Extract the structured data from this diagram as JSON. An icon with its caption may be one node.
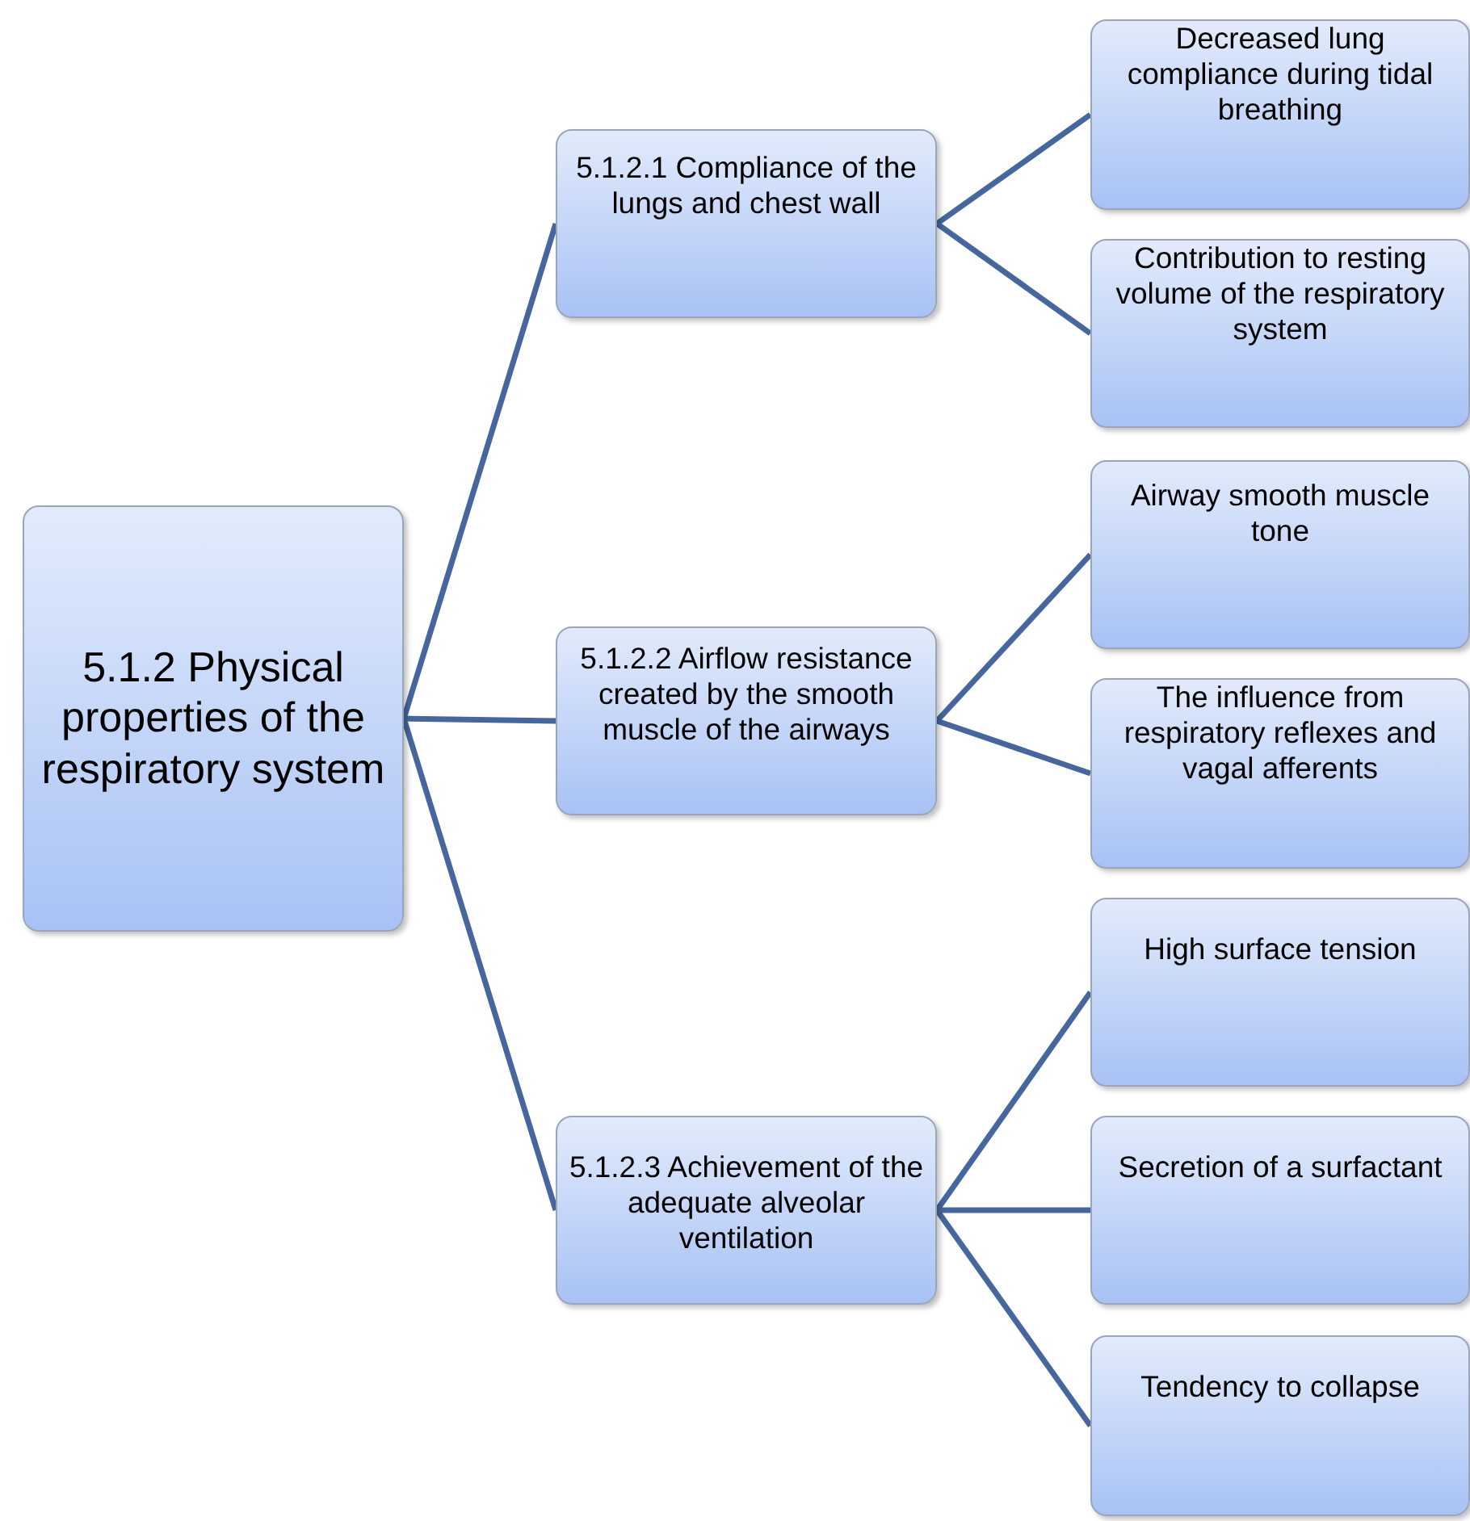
{
  "diagram": {
    "nodes": [
      {
        "text": [
          "5.1.2 Physical properties of the respiratory system"
        ]
      },
      {
        "text": [
          "5.1.2.1 Compliance of the lungs and chest wall"
        ]
      },
      {
        "text": [
          "5.1.2.2 Airflow resistance created by the smooth muscle of the airways"
        ]
      },
      {
        "text": [
          "5.1.2.3 Achievement of the adequate alveolar ventilation"
        ]
      },
      {
        "text": [
          "Decreased lung compliance during tidal breathing"
        ]
      },
      {
        "text": [
          "Contribution to resting volume of the respiratory system"
        ]
      },
      {
        "text": [
          "Airway smooth muscle tone"
        ]
      },
      {
        "text": [
          "The influence from respiratory reflexes and vagal afferents"
        ]
      },
      {
        "text": [
          "High surface tension"
        ]
      },
      {
        "text": [
          "Secretion of a surfactant"
        ]
      },
      {
        "text": [
          "Tendency to collapse"
        ]
      }
    ],
    "edges": [
      {
        "from": 0,
        "to": 1,
        "arrow": "none"
      },
      {
        "from": 0,
        "to": 2,
        "arrow": "none"
      },
      {
        "from": 0,
        "to": 3,
        "arrow": "none"
      },
      {
        "from": 1,
        "to": 4,
        "arrow": "none"
      },
      {
        "from": 1,
        "to": 5,
        "arrow": "none"
      },
      {
        "from": 2,
        "to": 6,
        "arrow": "none"
      },
      {
        "from": 2,
        "to": 7,
        "arrow": "none"
      },
      {
        "from": 3,
        "to": 8,
        "arrow": "none"
      },
      {
        "from": 3,
        "to": 9,
        "arrow": "none"
      },
      {
        "from": 3,
        "to": 10,
        "arrow": "none"
      }
    ]
  }
}
